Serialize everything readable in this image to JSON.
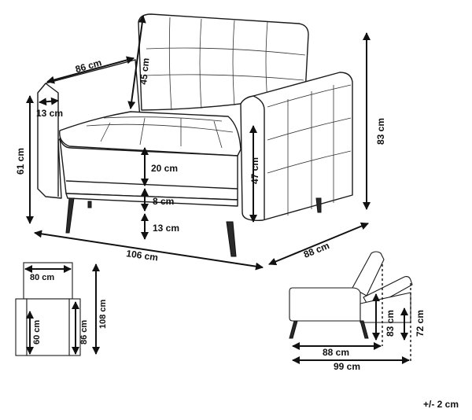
{
  "labels": {
    "depth_86": "86 cm",
    "back_45": "45 cm",
    "arm_13": "13 cm",
    "height_61": "61 cm",
    "cushion_20": "20 cm",
    "seat_47": "47 cm",
    "gap_8": "8 cm",
    "leg_13": "13 cm",
    "total_height_83": "83 cm",
    "width_106": "106 cm",
    "depth_88": "88 cm",
    "top_80": "80 cm",
    "top_108": "108 cm",
    "top_60": "60 cm",
    "top_86": "86 cm",
    "side_88": "88 cm",
    "side_99": "99 cm",
    "side_83": "83 cm",
    "side_72": "72 cm",
    "tolerance": "+/- 2 cm"
  },
  "colors": {
    "line": "#1a1a1a",
    "text": "#111111",
    "background": "#ffffff"
  }
}
